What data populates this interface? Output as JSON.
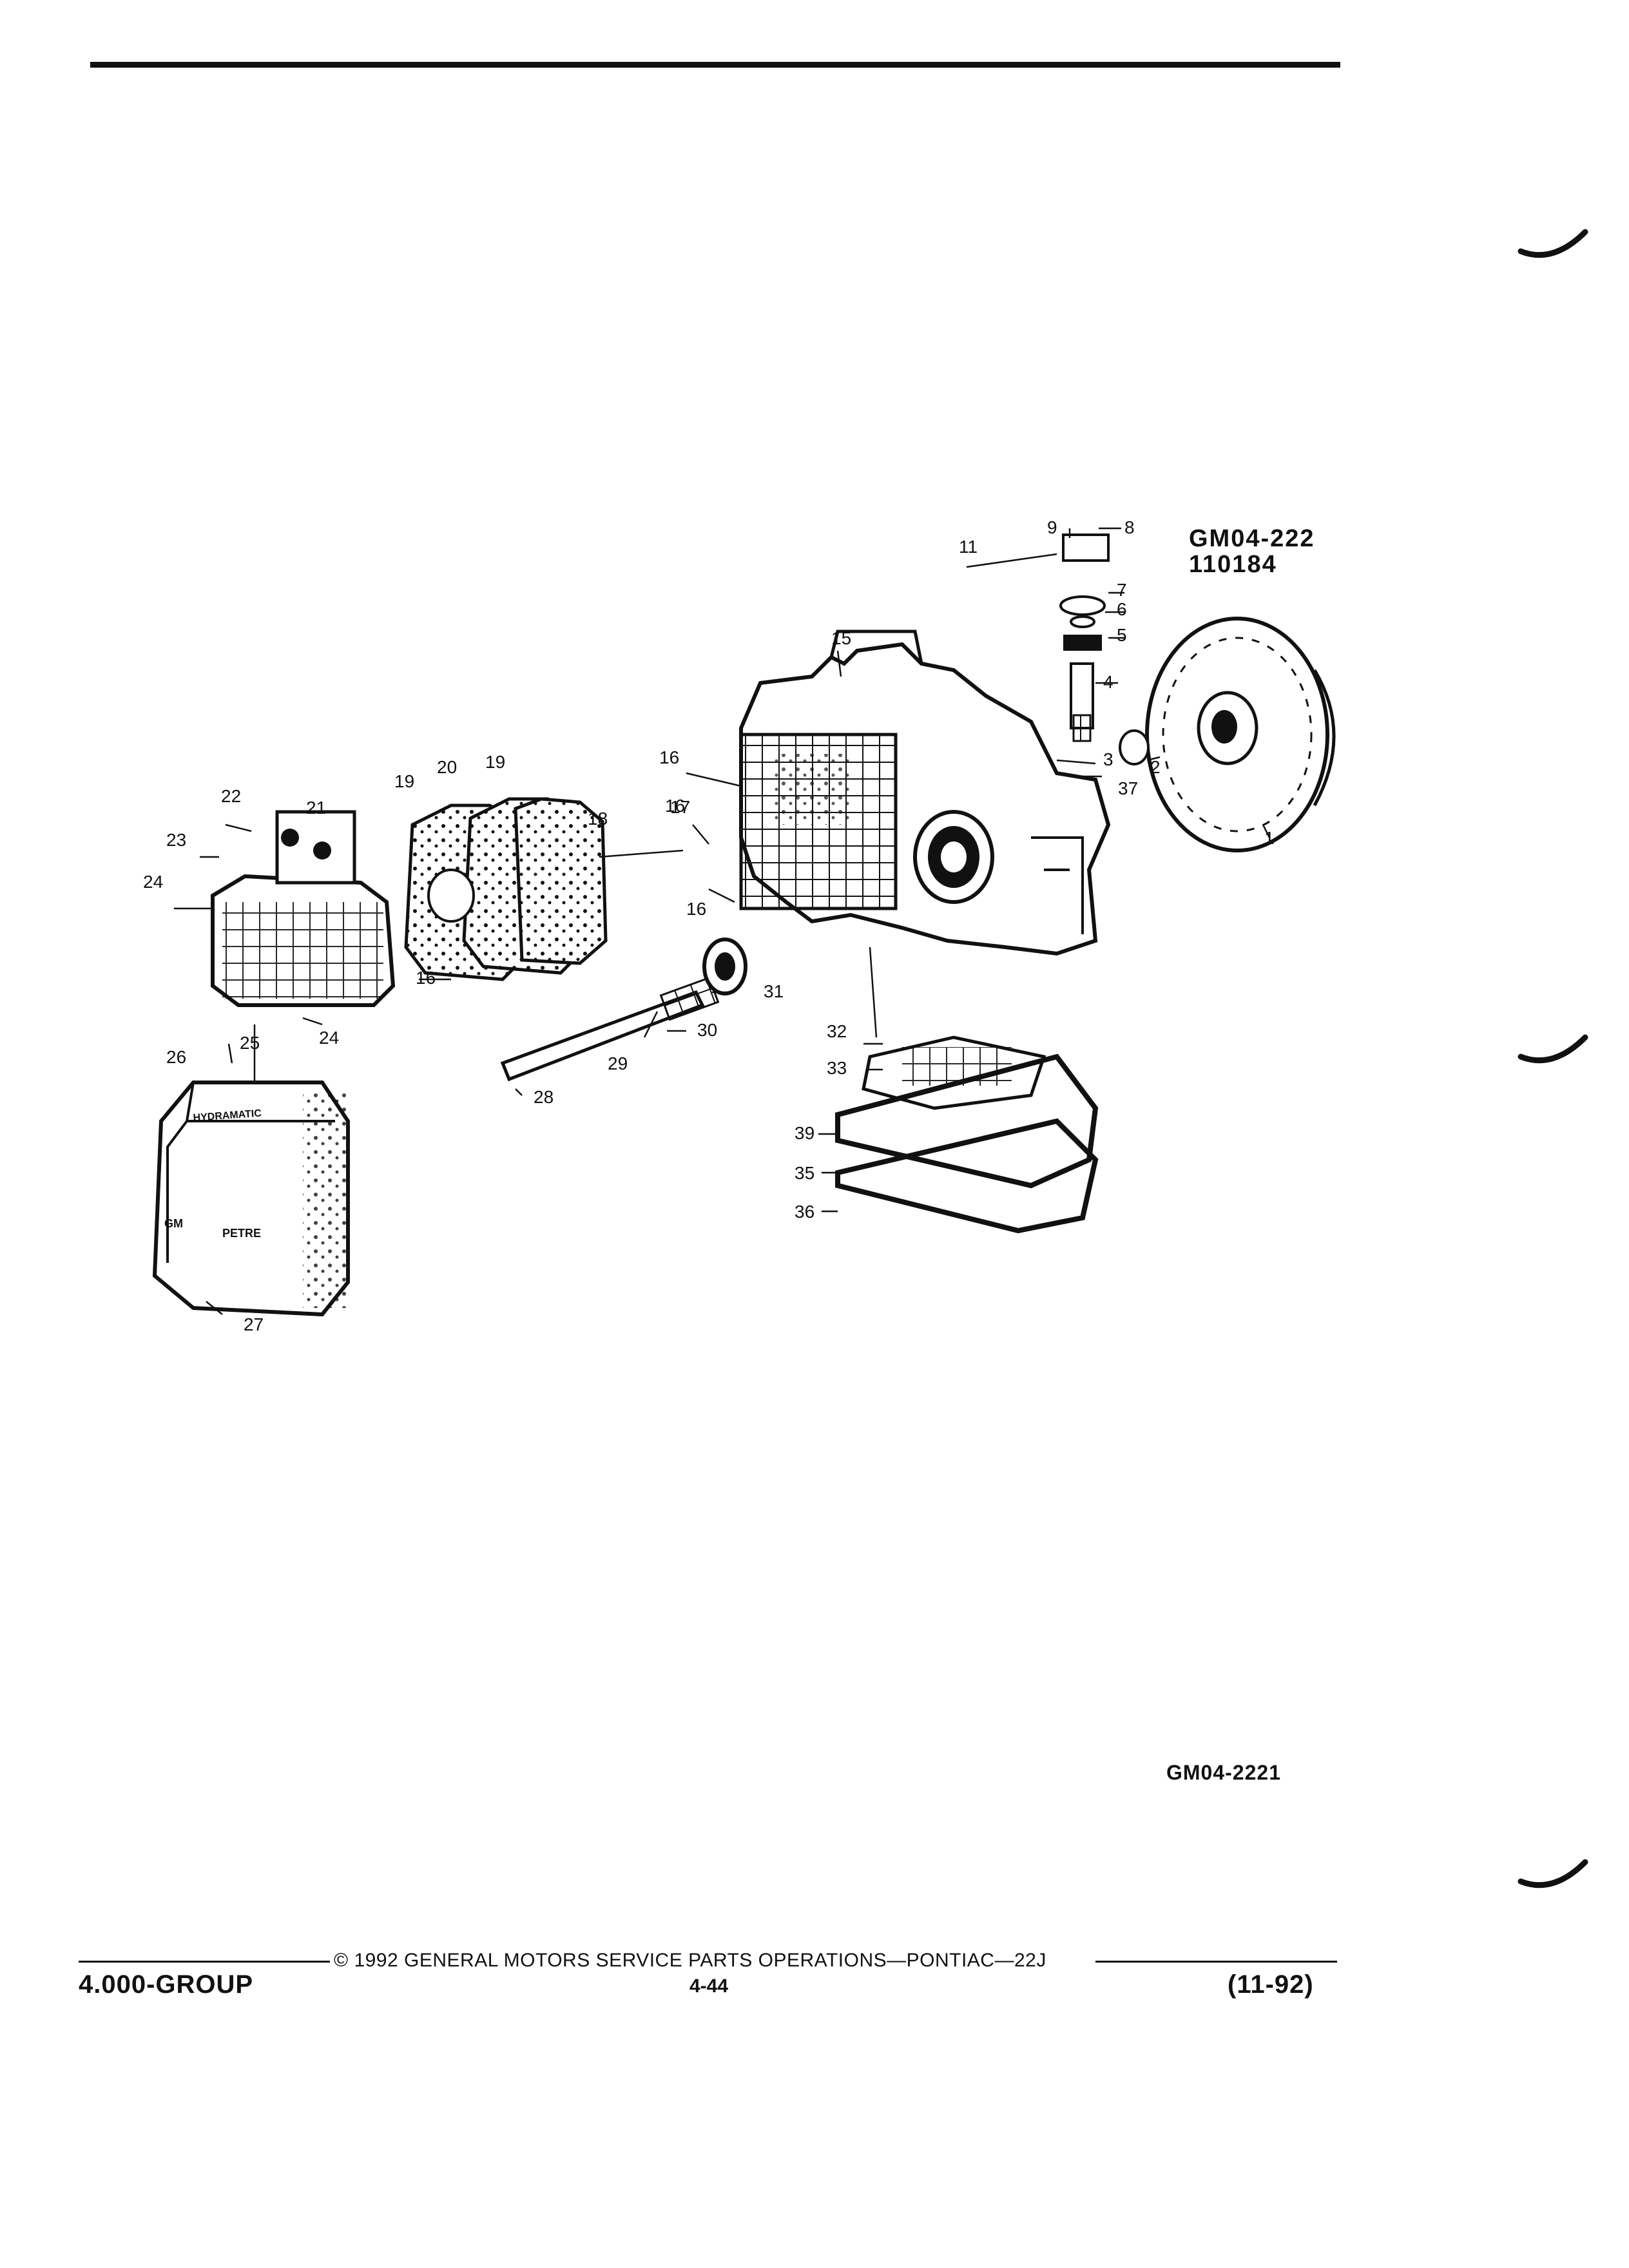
{
  "header": {
    "ref_code_line1": "GM04-222",
    "ref_code_line2": "110184"
  },
  "diagram": {
    "callouts": [
      "1",
      "2",
      "3",
      "4",
      "5",
      "6",
      "7",
      "8",
      "9",
      "11",
      "15",
      "16",
      "16",
      "16",
      "17",
      "18",
      "19",
      "20",
      "19",
      "21",
      "22",
      "23",
      "24",
      "24",
      "16",
      "25",
      "26",
      "27",
      "28",
      "29",
      "30",
      "31",
      "32",
      "33",
      "35",
      "36",
      "37",
      "39"
    ],
    "oil_pan_labels": [
      "HYDRAMATIC",
      "GM",
      "PETRE"
    ]
  },
  "figure_code": "GM04-2221",
  "footer": {
    "copyright": "© 1992 GENERAL MOTORS SERVICE PARTS OPERATIONS—PONTIAC—22J",
    "group": "4.000-GROUP",
    "page": "4-44",
    "revision": "(11-92)"
  }
}
